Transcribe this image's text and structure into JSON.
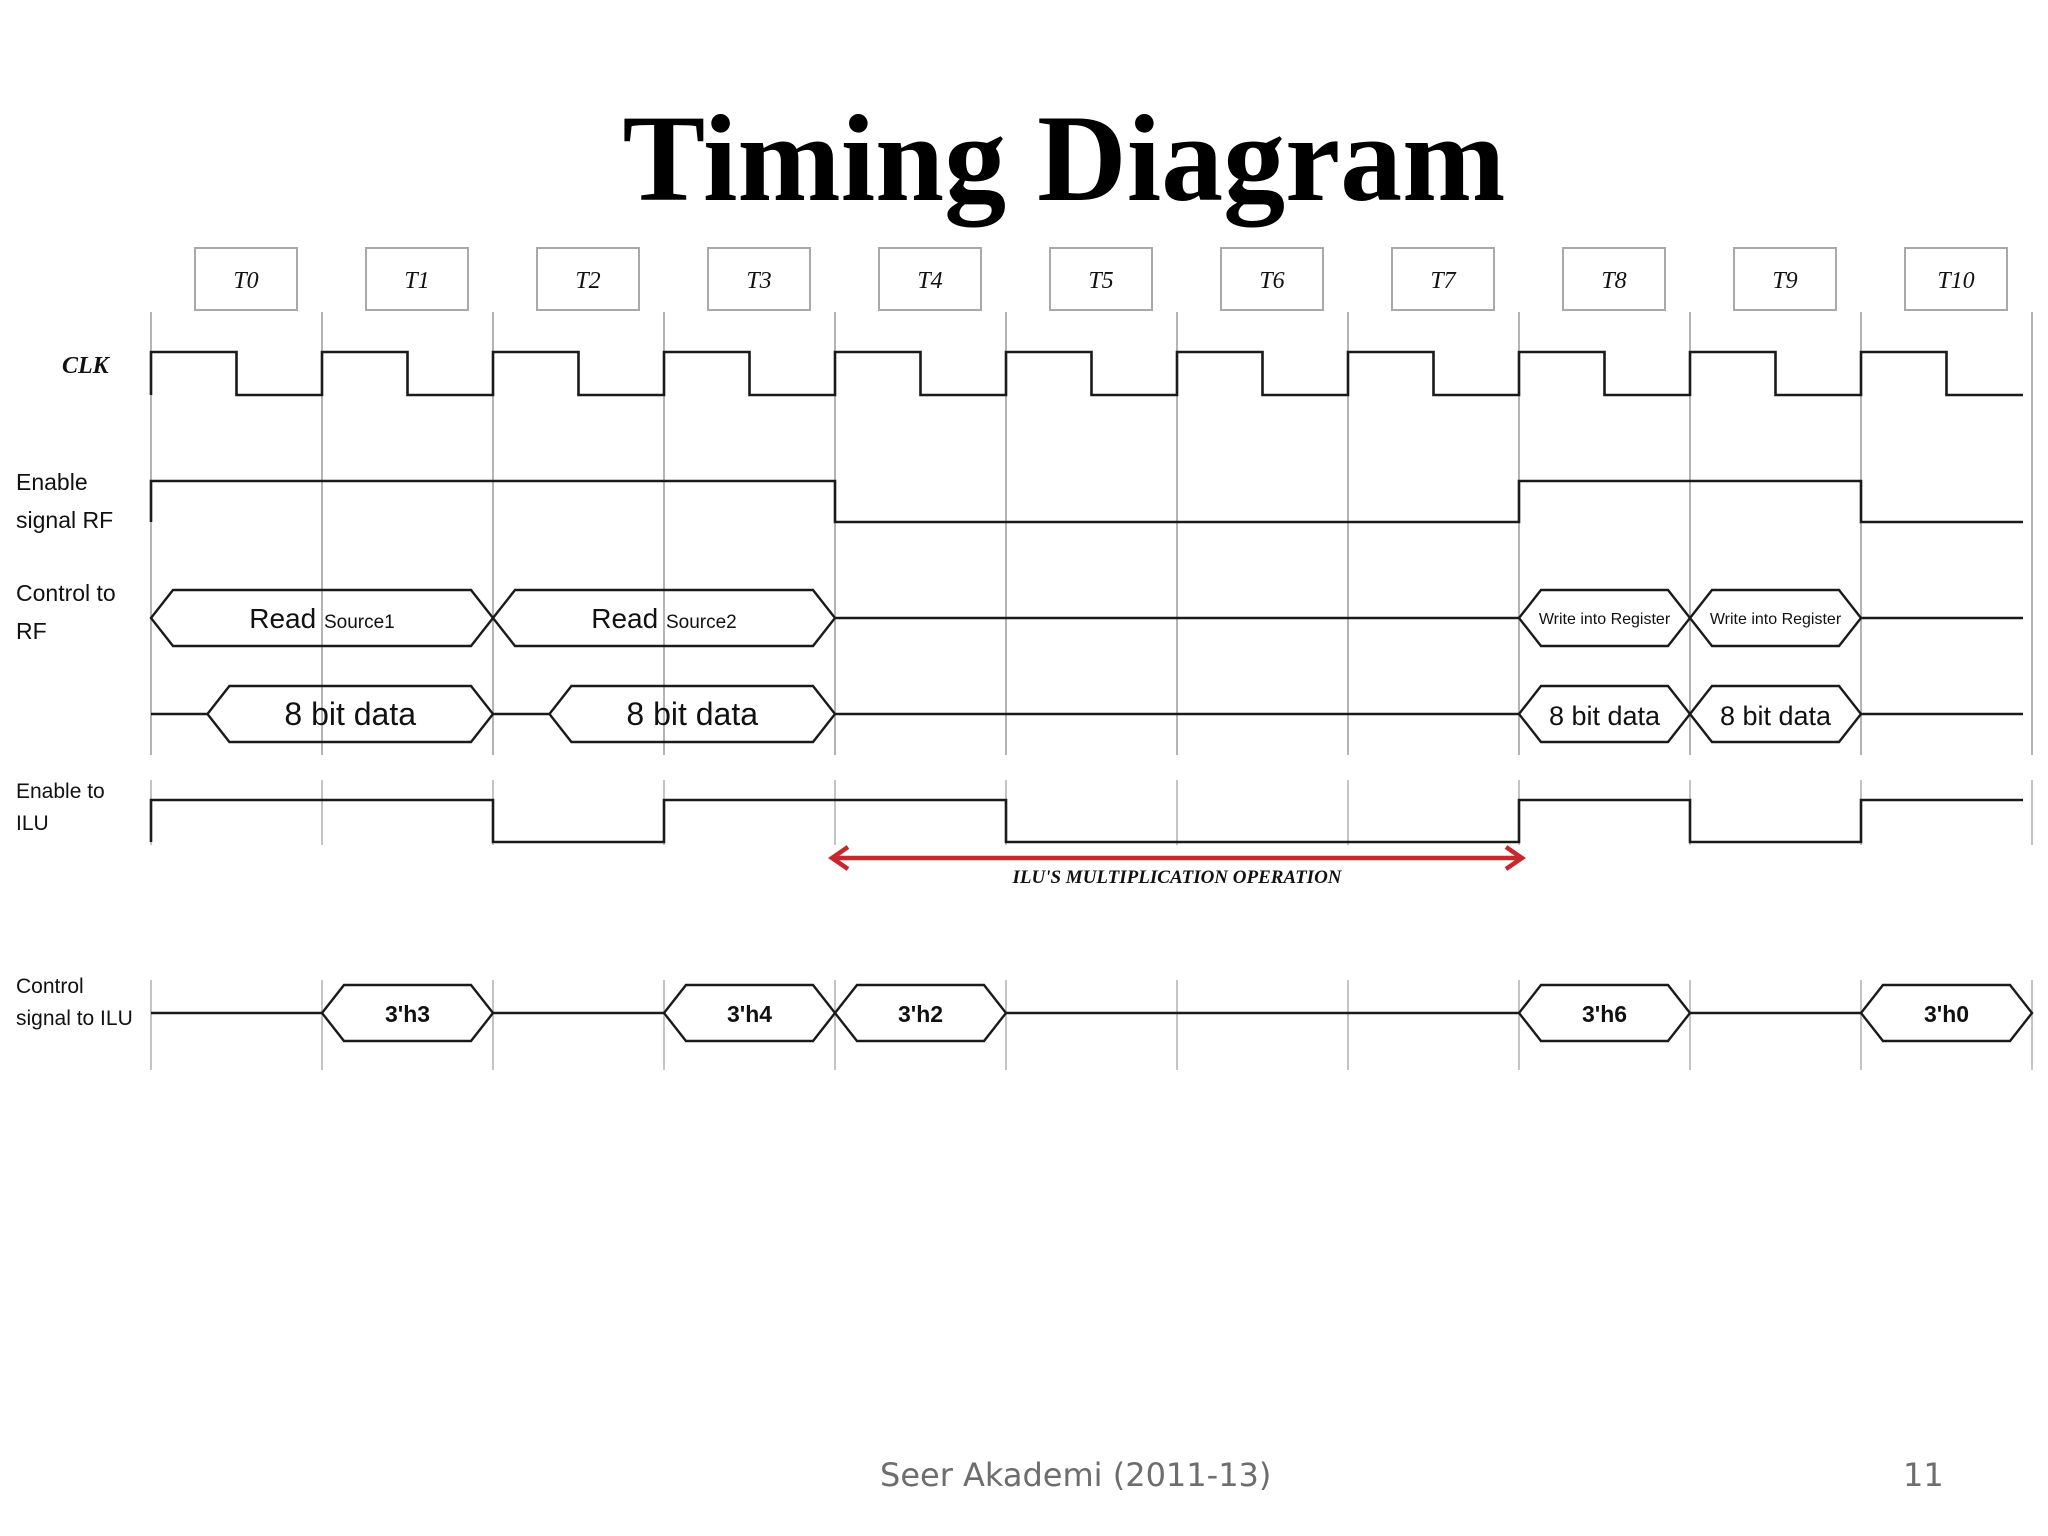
{
  "slide": {
    "title": "Timing Diagram",
    "footer": "Seer Akademi (2011-13)",
    "page_number": "11"
  },
  "diagram": {
    "time_slots": [
      "T0",
      "T1",
      "T2",
      "T3",
      "T4",
      "T5",
      "T6",
      "T7",
      "T8",
      "T9",
      "T10"
    ],
    "signals": [
      {
        "key": "clk",
        "label": [
          "CLK"
        ]
      },
      {
        "key": "enable_rf",
        "label": [
          "Enable",
          "signal RF"
        ],
        "levels": [
          1,
          1,
          1,
          1,
          0,
          0,
          0,
          0,
          1,
          1,
          0
        ]
      },
      {
        "key": "control_rf",
        "label": [
          "Control to",
          "RF"
        ],
        "buses": [
          {
            "from": 0,
            "to": 2,
            "main": "Read",
            "sub": "Source1"
          },
          {
            "from": 2,
            "to": 4,
            "main": "Read",
            "sub": "Source2"
          },
          {
            "from": 8,
            "to": 9,
            "main": "Write into Register",
            "sub": ""
          },
          {
            "from": 9,
            "to": 10,
            "main": "Write into Register",
            "sub": ""
          }
        ]
      },
      {
        "key": "data_rf",
        "label": [],
        "buses": [
          {
            "from": 0.33,
            "to": 2,
            "main": "8 bit data"
          },
          {
            "from": 2.33,
            "to": 4,
            "main": "8 bit data"
          },
          {
            "from": 8,
            "to": 9,
            "main": "8 bit data"
          },
          {
            "from": 9,
            "to": 10,
            "main": "8 bit data"
          }
        ]
      },
      {
        "key": "enable_ilu",
        "label": [
          "Enable to",
          "ILU"
        ],
        "levels": [
          1,
          1,
          0,
          1,
          1,
          0,
          0,
          0,
          1,
          0,
          1
        ]
      },
      {
        "key": "control_ilu",
        "label": [
          "Control",
          "signal to ILU"
        ],
        "buses": [
          {
            "from": 1,
            "to": 2,
            "main": "3'h3"
          },
          {
            "from": 3,
            "to": 4,
            "main": "3'h4"
          },
          {
            "from": 4,
            "to": 5,
            "main": "3'h2"
          },
          {
            "from": 8,
            "to": 9,
            "main": "3'h6"
          },
          {
            "from": 10,
            "to": 11,
            "main": "3'h0"
          }
        ]
      }
    ],
    "annotation": {
      "label": "ILU'S MULTIPLICATION OPERATION",
      "from": 4,
      "to": 8,
      "color": "#c8282d"
    }
  }
}
